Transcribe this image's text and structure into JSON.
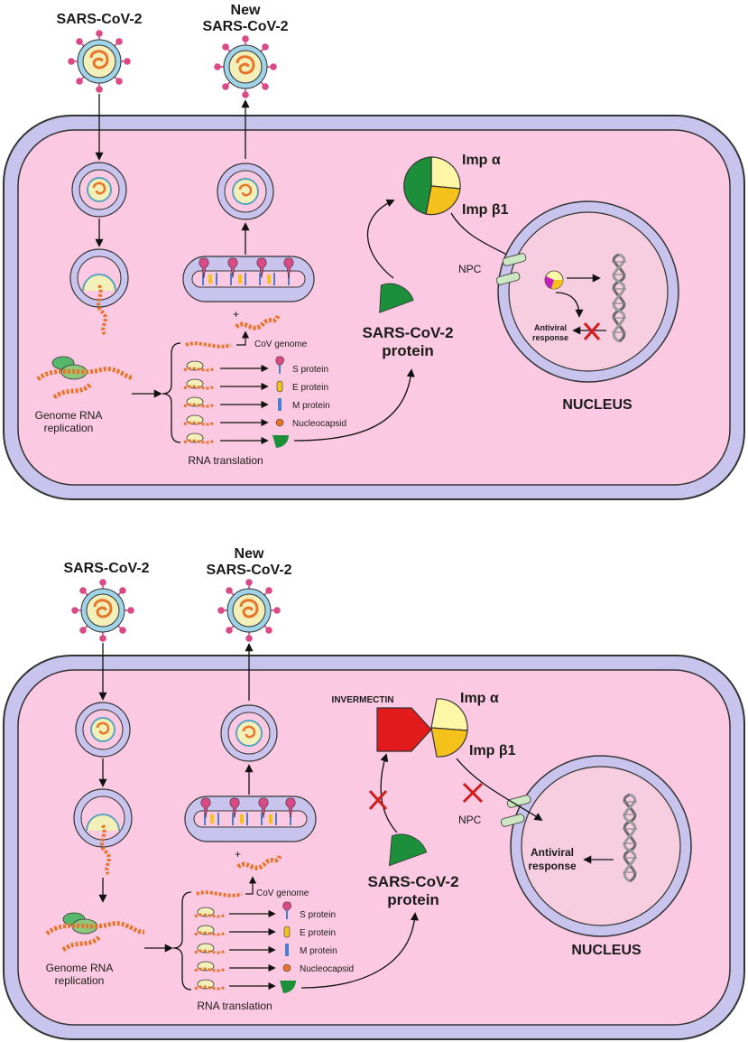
{
  "colors": {
    "membrane": "#c8c4ee",
    "membrane_stroke": "#333333",
    "cytoplasm": "#fbc9e2",
    "nucleus": "#f7cde0",
    "virus_core": "#f2efb8",
    "rna": "#e8742a",
    "spike": "#d94a86",
    "imp_alpha": "#fdf6a7",
    "imp_beta": "#f5c21b",
    "viral_protein": "#1d8f3a",
    "ivermectin": "#e11b1b",
    "block_x": "#d01c1c",
    "vesicle_membrane": "#bcc2ec"
  },
  "icons": [
    "virus-icon",
    "endosome-icon",
    "er-membrane-icon",
    "dna-helix-icon",
    "importin-icon",
    "block-x-icon",
    "ivermectin-icon"
  ],
  "panels": [
    {
      "virus_in": "SARS-CoV-2",
      "virus_out_line1": "New",
      "virus_out_line2": "SARS-CoV-2",
      "cov_genome": "CoV genome",
      "proteins": [
        "S protein",
        "E protein",
        "M protein",
        "Nucleocapsid"
      ],
      "genome_rna_line1": "Genome RNA",
      "genome_rna_line2": "replication",
      "rna_translation": "RNA translation",
      "viral_protein_line1": "SARS-CoV-2",
      "viral_protein_line2": "protein",
      "imp_alpha": "Imp α",
      "imp_beta": "Imp β1",
      "npc": "NPC",
      "antiviral_line1": "Antiviral",
      "antiviral_line2": "response",
      "nucleus": "NUCLEUS"
    },
    {
      "virus_in": "SARS-CoV-2",
      "virus_out_line1": "New",
      "virus_out_line2": "SARS-CoV-2",
      "cov_genome": "CoV genome",
      "proteins": [
        "S protein",
        "E protein",
        "M protein",
        "Nucleocapsid"
      ],
      "genome_rna_line1": "Genome RNA",
      "genome_rna_line2": "replication",
      "rna_translation": "RNA translation",
      "viral_protein_line1": "SARS-CoV-2",
      "viral_protein_line2": "protein",
      "imp_alpha": "Imp α",
      "imp_beta": "Imp β1",
      "npc": "NPC",
      "antiviral_line1": "Antiviral",
      "antiviral_line2": "response",
      "nucleus": "NUCLEUS",
      "drug": "INVERMECTIN"
    }
  ]
}
